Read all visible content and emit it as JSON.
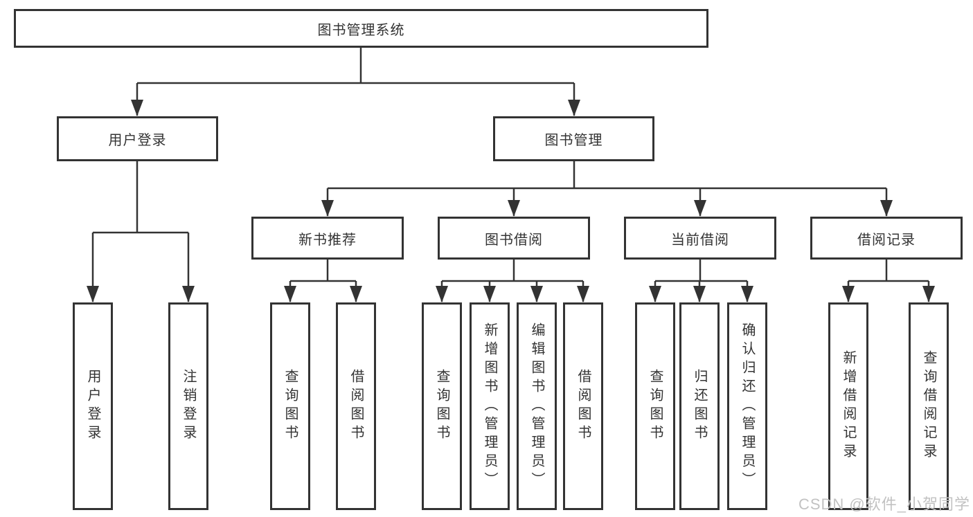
{
  "diagram": {
    "root": {
      "label": "图书管理系统"
    },
    "branches": [
      {
        "label": "用户登录",
        "children": [
          {
            "label": "用户登录"
          },
          {
            "label": "注销登录"
          }
        ]
      },
      {
        "label": "图书管理",
        "children": [
          {
            "label": "新书推荐",
            "children": [
              {
                "label": "查询图书"
              },
              {
                "label": "借阅图书"
              }
            ]
          },
          {
            "label": "图书借阅",
            "children": [
              {
                "label": "查询图书"
              },
              {
                "label": "新增图书（管理员）"
              },
              {
                "label": "编辑图书（管理员）"
              },
              {
                "label": "借阅图书"
              }
            ]
          },
          {
            "label": "当前借阅",
            "children": [
              {
                "label": "查询图书"
              },
              {
                "label": "归还图书"
              },
              {
                "label": "确认归还（管理员）"
              }
            ]
          },
          {
            "label": "借阅记录",
            "children": [
              {
                "label": "新增借阅记录"
              },
              {
                "label": "查询借阅记录"
              }
            ]
          }
        ]
      }
    ],
    "watermark": "CSDN @软件_小贺同学",
    "colors": {
      "line": "#333333",
      "box_border": "#333333",
      "text": "#333333",
      "watermark_text": "#c2c2c2",
      "background": "#ffffff"
    }
  }
}
